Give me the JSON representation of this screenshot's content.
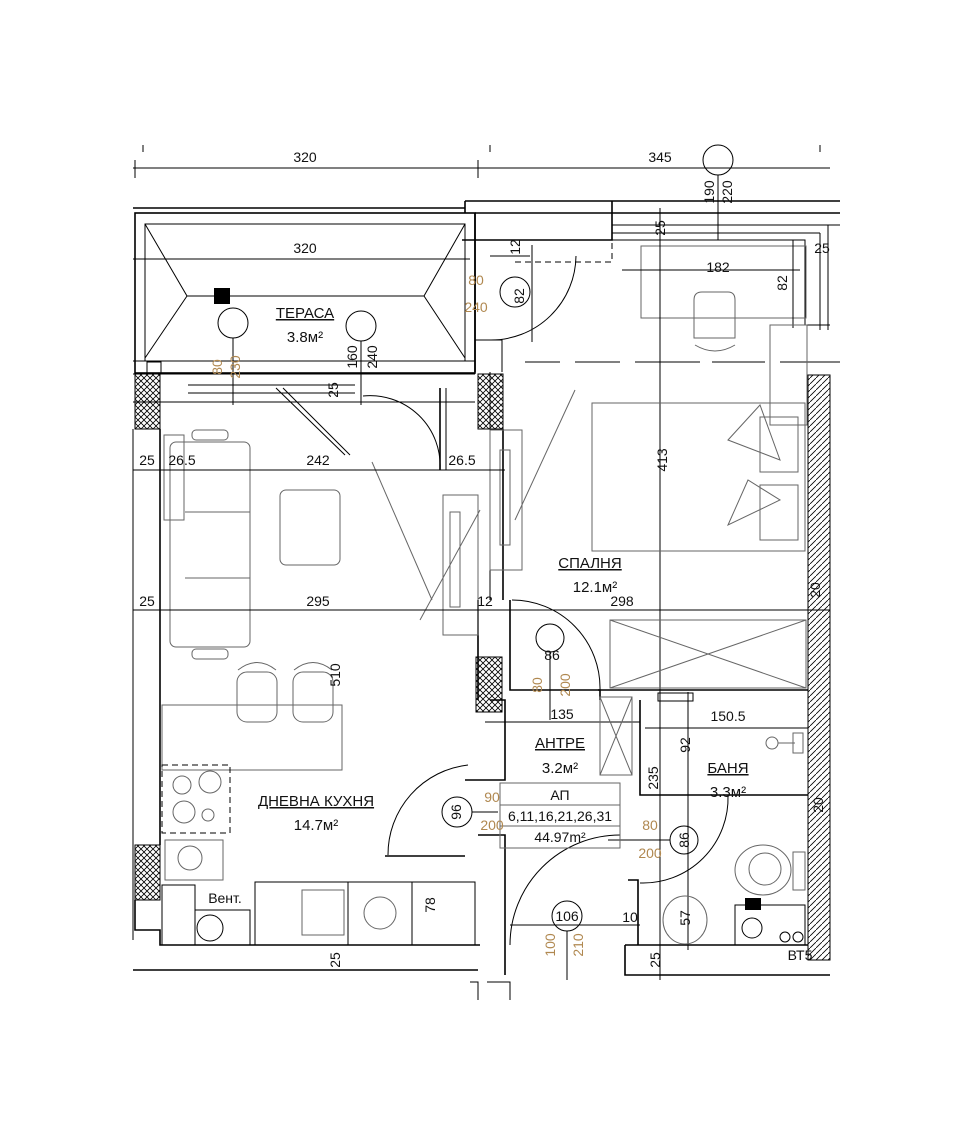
{
  "rooms": {
    "terrace": {
      "name": "ТЕРАСА",
      "area": "3.8м²"
    },
    "bedroom": {
      "name": "СПАЛНЯ",
      "area": "12.1м²"
    },
    "living_kitchen": {
      "name": "ДНЕВНА КУХНЯ",
      "area": "14.7м²"
    },
    "hall": {
      "name": "АНТРЕ",
      "area": "3.2м²"
    },
    "bathroom": {
      "name": "БАНЯ",
      "area": "3.3м²"
    }
  },
  "apartment_box": {
    "title": "АП",
    "numbers": "6,11,16,21,26,31",
    "total_area": "44.97m²"
  },
  "labels": {
    "vent": "Вент.",
    "riser": "ВТ5"
  },
  "dims": {
    "top_left": "320",
    "top_right": "345",
    "d190": "190",
    "d220": "220",
    "terrace_width": "320",
    "d12a": "12",
    "d80a": "80",
    "d240a": "240",
    "d82a": "82",
    "d25a": "25",
    "desk": "182",
    "d25b": "25",
    "d82b": "82",
    "d80b": "80",
    "d230": "230",
    "d160": "160",
    "d240b": "240",
    "d25c": "25",
    "d25d": "25",
    "d26_5a": "26.5",
    "d242": "242",
    "d26_5b": "26.5",
    "d413": "413",
    "d25e": "25",
    "d295": "295",
    "d12b": "12",
    "d298": "298",
    "d510": "510",
    "d86a": "86",
    "d80c": "80",
    "d200a": "200",
    "d135": "135",
    "d150_5": "150.5",
    "d92": "92",
    "d235": "235",
    "d20a": "20",
    "d20b": "20",
    "d90": "90",
    "d200b": "200",
    "d96": "96",
    "d80d": "80",
    "d200c": "200",
    "d86b": "86",
    "d78": "78",
    "d106": "106",
    "d10": "10",
    "d100": "100",
    "d210": "210",
    "d25f": "25",
    "d25g": "25",
    "d57": "57"
  },
  "colors": {
    "line": "#000000",
    "furniture": "#666666",
    "door_dim": "#b08850"
  }
}
